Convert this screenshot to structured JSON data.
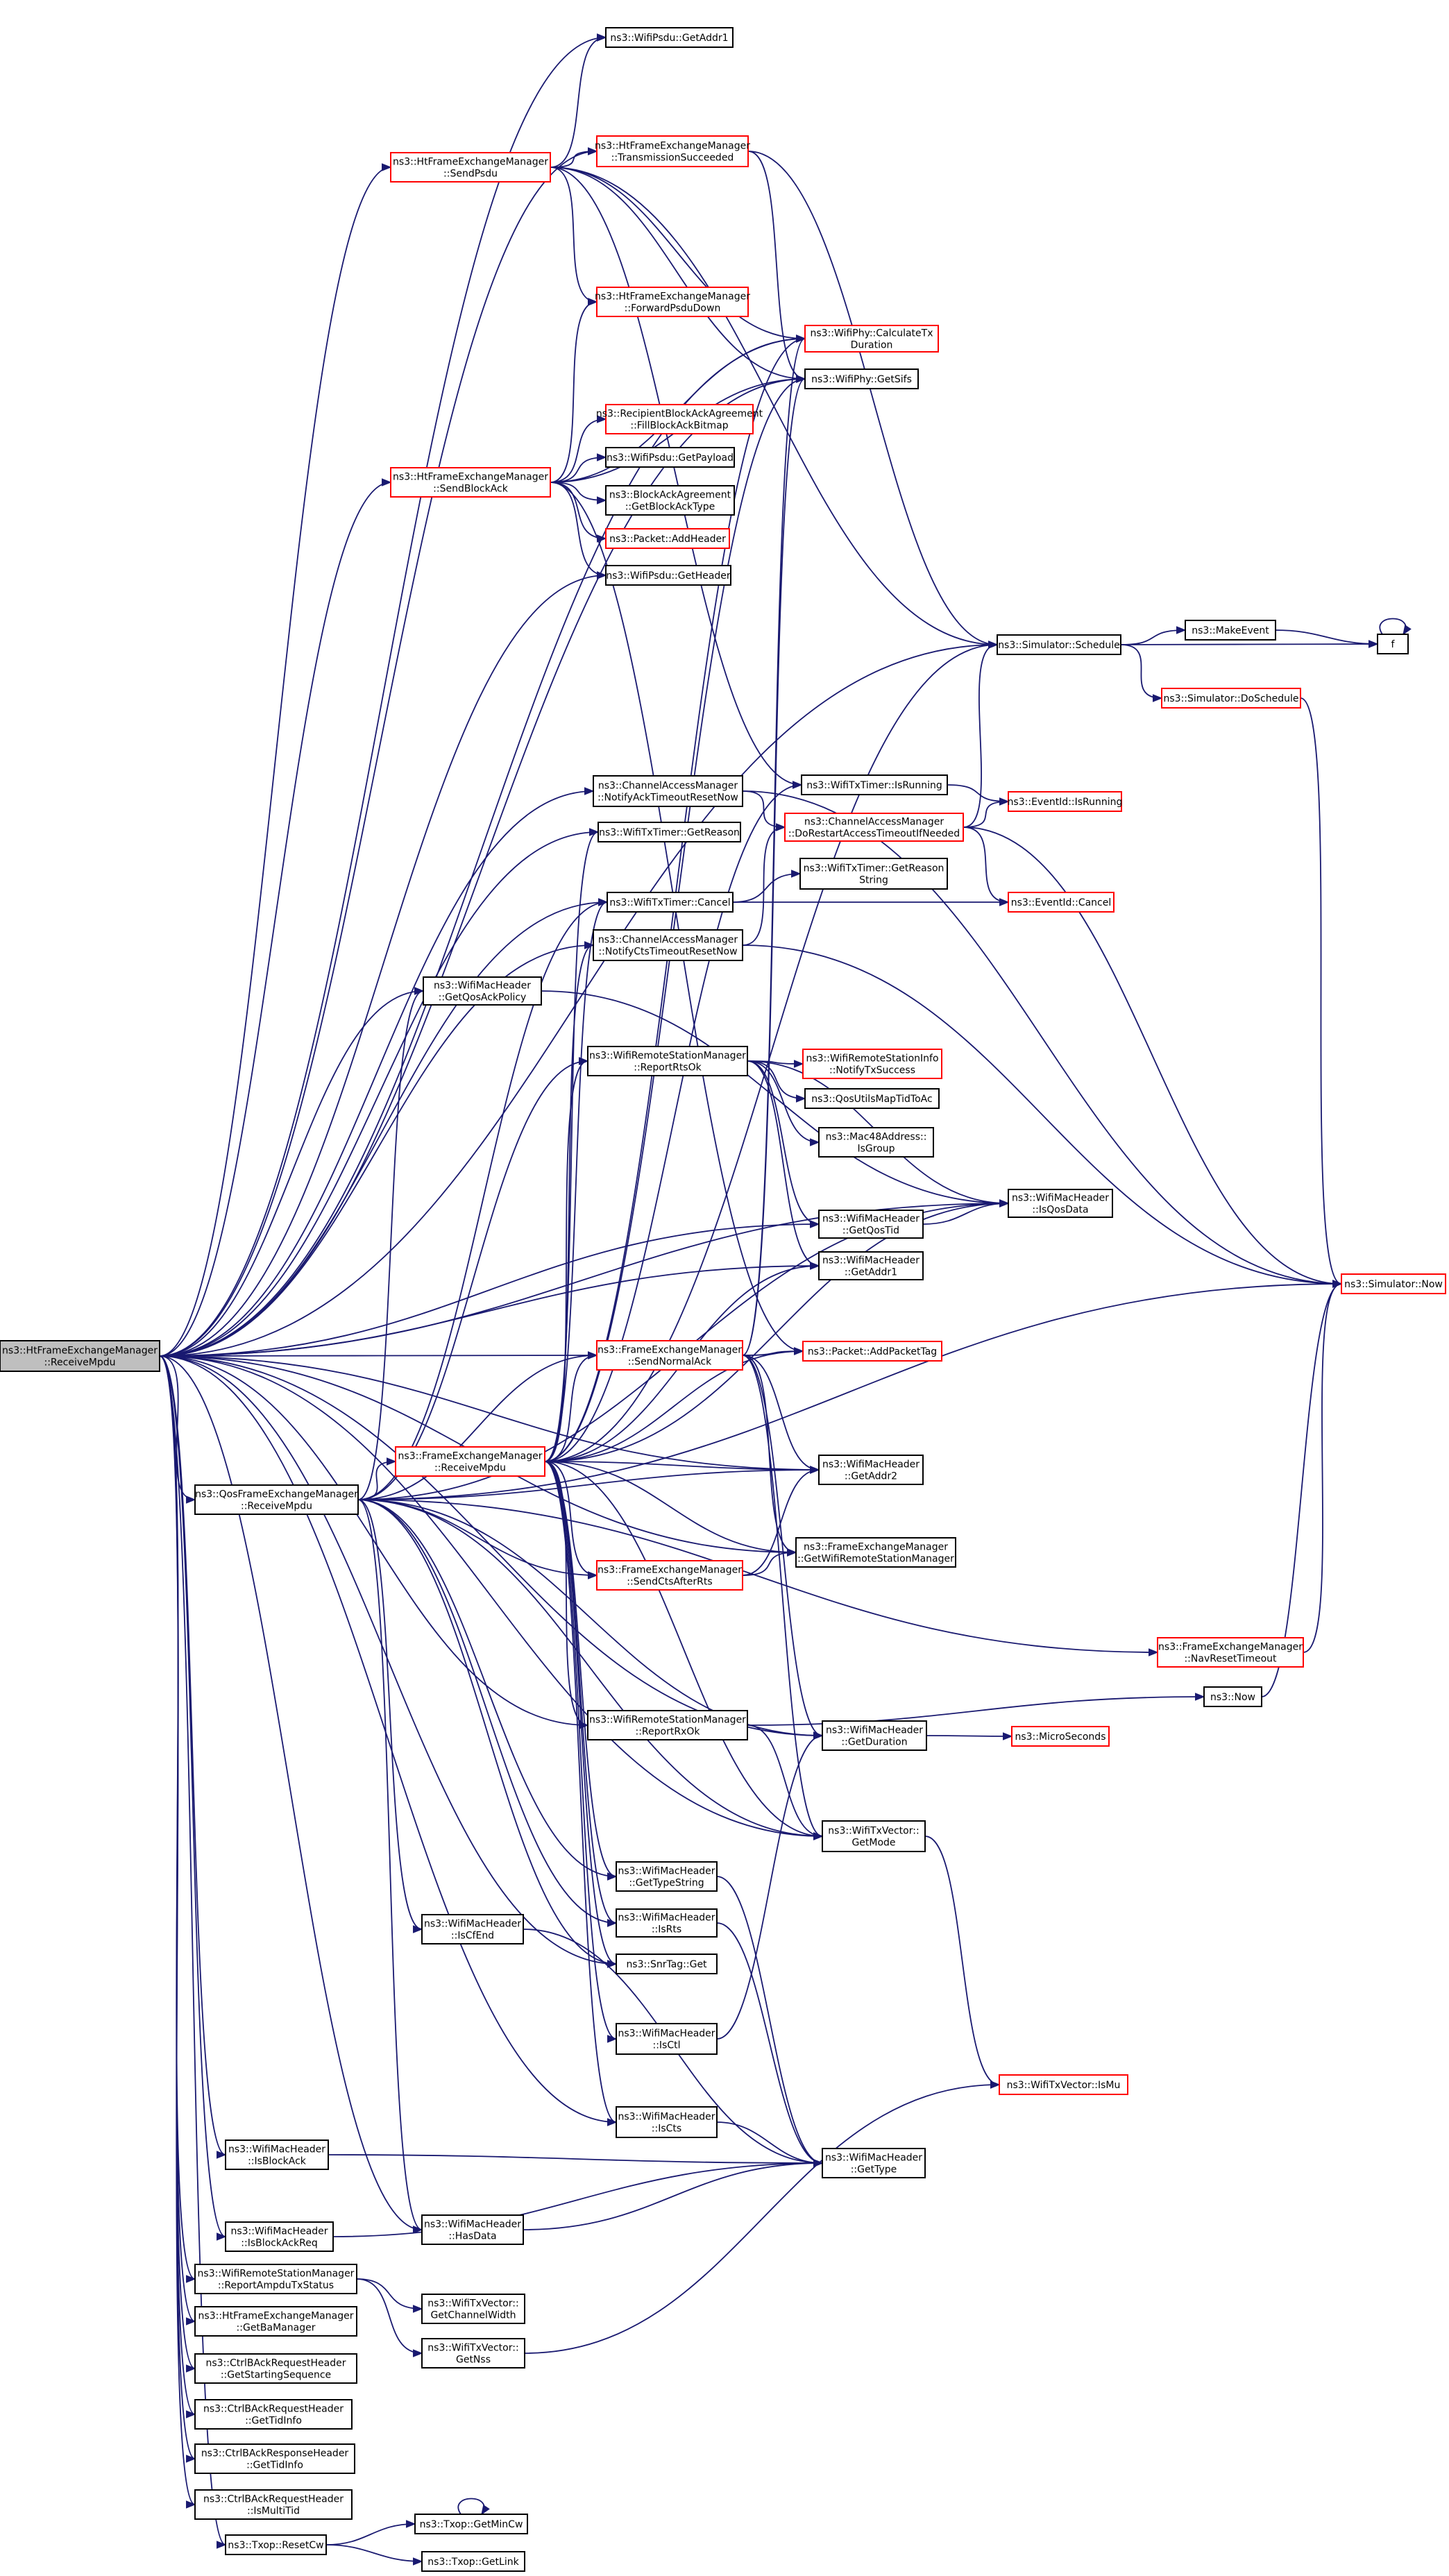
{
  "colors": {
    "edge": "#191970",
    "root_fill": "#bfbfbf",
    "node_border": "#000000",
    "truncated_border": "#ff0000"
  },
  "nodes": {
    "root": [
      "ns3::HtFrameExchangeManager",
      "::ReceiveMpdu"
    ],
    "sendPsdu": [
      "ns3::HtFrameExchangeManager",
      "::SendPsdu"
    ],
    "getAddr1Psdu": [
      "ns3::WifiPsdu::GetAddr1"
    ],
    "txSucceeded": [
      "ns3::HtFrameExchangeManager",
      "::TransmissionSucceeded"
    ],
    "forwardPsdu": [
      "ns3::HtFrameExchangeManager",
      "::ForwardPsduDown"
    ],
    "calcTx": [
      "ns3::WifiPhy::CalculateTx",
      "Duration"
    ],
    "getSifs": [
      "ns3::WifiPhy::GetSifs"
    ],
    "fillBitmap": [
      "ns3::RecipientBlockAckAgreement",
      "::FillBlockAckBitmap"
    ],
    "getPayload": [
      "ns3::WifiPsdu::GetPayload"
    ],
    "sendBlockAck": [
      "ns3::HtFrameExchangeManager",
      "::SendBlockAck"
    ],
    "getBlockAckType": [
      "ns3::BlockAckAgreement",
      "::GetBlockAckType"
    ],
    "addHeader": [
      "ns3::Packet::AddHeader"
    ],
    "psduGetHeader": [
      "ns3::WifiPsdu::GetHeader"
    ],
    "schedule": [
      "ns3::Simulator::Schedule"
    ],
    "makeEvent": [
      "ns3::MakeEvent"
    ],
    "f": [
      "f"
    ],
    "doSchedule": [
      "ns3::Simulator::DoSchedule"
    ],
    "notifyAck": [
      "ns3::ChannelAccessManager",
      "::NotifyAckTimeoutResetNow"
    ],
    "isRunning": [
      "ns3::WifiTxTimer::IsRunning"
    ],
    "eventIsRunning": [
      "ns3::EventId::IsRunning"
    ],
    "doRestart": [
      "ns3::ChannelAccessManager",
      "::DoRestartAccessTimeoutIfNeeded"
    ],
    "getReason": [
      "ns3::WifiTxTimer::GetReason"
    ],
    "getReasonString": [
      "ns3::WifiTxTimer::GetReason",
      "String"
    ],
    "cancel": [
      "ns3::WifiTxTimer::Cancel"
    ],
    "eventCancel": [
      "ns3::EventId::Cancel"
    ],
    "notifyCts": [
      "ns3::ChannelAccessManager",
      "::NotifyCtsTimeoutResetNow"
    ],
    "getQosAckPolicy": [
      "ns3::WifiMacHeader",
      "::GetQosAckPolicy"
    ],
    "reportRtsOk": [
      "ns3::WifiRemoteStationManager",
      "::ReportRtsOk"
    ],
    "notifyTxSuccess": [
      "ns3::WifiRemoteStationInfo",
      "::NotifyTxSuccess"
    ],
    "mapTid": [
      "ns3::QosUtilsMapTidToAc"
    ],
    "isGroup": [
      "ns3::Mac48Address::",
      "IsGroup"
    ],
    "isQosData": [
      "ns3::WifiMacHeader",
      "::IsQosData"
    ],
    "getQosTid": [
      "ns3::WifiMacHeader",
      "::GetQosTid"
    ],
    "getAddr1": [
      "ns3::WifiMacHeader",
      "::GetAddr1"
    ],
    "simNow": [
      "ns3::Simulator::Now"
    ],
    "sendNormalAck": [
      "ns3::FrameExchangeManager",
      "::SendNormalAck"
    ],
    "addPacketTag": [
      "ns3::Packet::AddPacketTag"
    ],
    "feReceiveMpdu": [
      "ns3::FrameExchangeManager",
      "::ReceiveMpdu"
    ],
    "qosReceiveMpdu": [
      "ns3::QosFrameExchangeManager",
      "::ReceiveMpdu"
    ],
    "getAddr2": [
      "ns3::WifiMacHeader",
      "::GetAddr2"
    ],
    "sendCtsAfterRts": [
      "ns3::FrameExchangeManager",
      "::SendCtsAfterRts"
    ],
    "getWrsm": [
      "ns3::FrameExchangeManager",
      "::GetWifiRemoteStationManager"
    ],
    "navReset": [
      "ns3::FrameExchangeManager",
      "::NavResetTimeout"
    ],
    "now": [
      "ns3::Now"
    ],
    "reportRxOk": [
      "ns3::WifiRemoteStationManager",
      "::ReportRxOk"
    ],
    "getDuration": [
      "ns3::WifiMacHeader",
      "::GetDuration"
    ],
    "microSeconds": [
      "ns3::MicroSeconds"
    ],
    "getMode": [
      "ns3::WifiTxVector::",
      "GetMode"
    ],
    "getTypeString": [
      "ns3::WifiMacHeader",
      "::GetTypeString"
    ],
    "isCfEnd": [
      "ns3::WifiMacHeader",
      "::IsCfEnd"
    ],
    "isRts": [
      "ns3::WifiMacHeader",
      "::IsRts"
    ],
    "snrGet": [
      "ns3::SnrTag::Get"
    ],
    "isCtl": [
      "ns3::WifiMacHeader",
      "::IsCtl"
    ],
    "isMu": [
      "ns3::WifiTxVector::IsMu"
    ],
    "isCts": [
      "ns3::WifiMacHeader",
      "::IsCts"
    ],
    "isBlockAck": [
      "ns3::WifiMacHeader",
      "::IsBlockAck"
    ],
    "getType": [
      "ns3::WifiMacHeader",
      "::GetType"
    ],
    "hasData": [
      "ns3::WifiMacHeader",
      "::HasData"
    ],
    "isBlockAckReq": [
      "ns3::WifiMacHeader",
      "::IsBlockAckReq"
    ],
    "reportAmpdu": [
      "ns3::WifiRemoteStationManager",
      "::ReportAmpduTxStatus"
    ],
    "getChannelWidth": [
      "ns3::WifiTxVector::",
      "GetChannelWidth"
    ],
    "getBaManager": [
      "ns3::HtFrameExchangeManager",
      "::GetBaManager"
    ],
    "getNss": [
      "ns3::WifiTxVector::",
      "GetNss"
    ],
    "getStartSeq": [
      "ns3::CtrlBAckRequestHeader",
      "::GetStartingSequence"
    ],
    "getTidInfoReq": [
      "ns3::CtrlBAckRequestHeader",
      "::GetTidInfo"
    ],
    "getTidInfoResp": [
      "ns3::CtrlBAckResponseHeader",
      "::GetTidInfo"
    ],
    "isMultiTid": [
      "ns3::CtrlBAckRequestHeader",
      "::IsMultiTid"
    ],
    "resetCw": [
      "ns3::Txop::ResetCw"
    ],
    "getMinCw": [
      "ns3::Txop::GetMinCw"
    ],
    "getLink": [
      "ns3::Txop::GetLink"
    ]
  }
}
